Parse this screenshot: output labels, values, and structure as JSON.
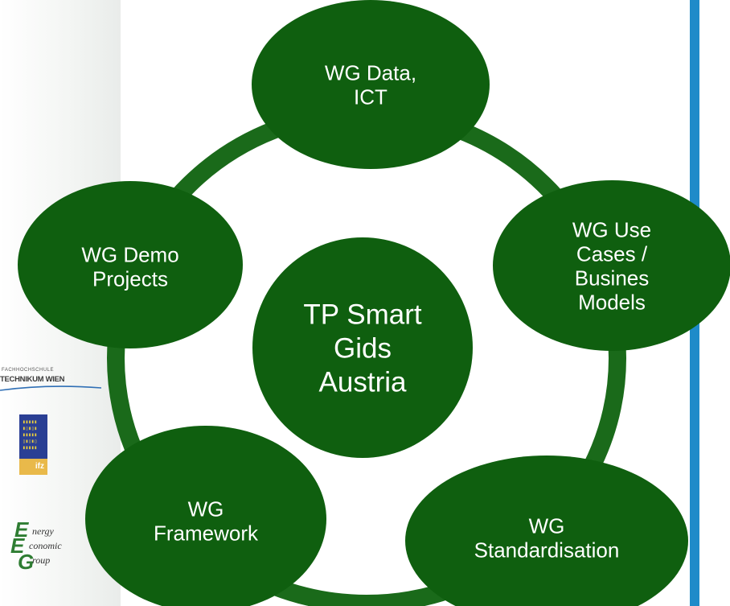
{
  "diagram": {
    "center": {
      "lines": [
        "TP Smart",
        "Gids",
        "Austria"
      ]
    },
    "nodes": [
      {
        "id": "data-ict",
        "lines": [
          "WG Data,",
          "ICT"
        ]
      },
      {
        "id": "use-cases",
        "lines": [
          "WG Use",
          "Cases /",
          "Busines",
          "Models"
        ]
      },
      {
        "id": "standardisation",
        "lines": [
          "WG",
          "Standardisation"
        ]
      },
      {
        "id": "framework",
        "lines": [
          "WG",
          "Framework"
        ]
      },
      {
        "id": "demo-projects",
        "lines": [
          "WG Demo",
          "Projects"
        ]
      }
    ],
    "colors": {
      "fill": "#0f5f0f",
      "ring": "#1a6a1a",
      "text": "#ffffff",
      "accent_bar": "#1e8bc9"
    }
  },
  "logos": {
    "technikum": {
      "small": "FACHHOCHSCHULE",
      "big": "TECHNIKUM WIEN"
    },
    "ifz": {
      "tag": "ifz"
    },
    "eeg": {
      "caps": [
        "E",
        "E",
        "G"
      ],
      "words": [
        "nergy",
        "conomic",
        "roup"
      ]
    }
  }
}
